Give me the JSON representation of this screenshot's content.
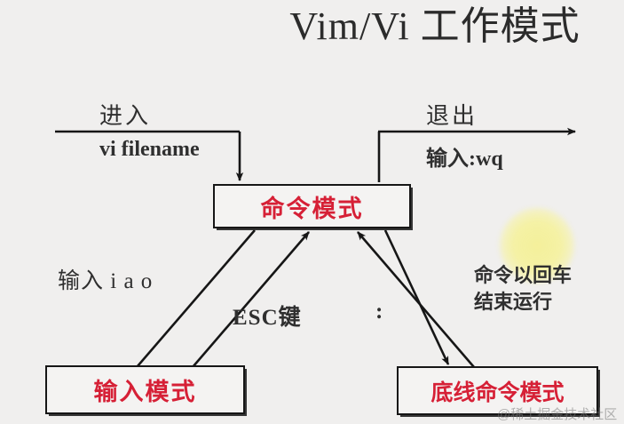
{
  "title": "Vim/Vi 工作模式",
  "nodes": {
    "command": "命令模式",
    "insert": "输入模式",
    "lastline": "底线命令模式"
  },
  "annotations": {
    "enter": "进入",
    "vi_filename": "vi filename",
    "exit": "退出",
    "wq": "输入:wq",
    "iao": "输入 i a o",
    "esc": "ESC键",
    "colon": ":",
    "enter_key_line1": "命令以回车",
    "enter_key_line2": "结束运行"
  },
  "watermark": "@稀土掘金技术社区",
  "colors": {
    "background": "#f0efee",
    "node_text": "#d62036",
    "node_border": "#161616",
    "annotation_text": "#2f2f2f",
    "highlight_blob": "#f4f09c",
    "title_text": "#2b2b2b"
  }
}
